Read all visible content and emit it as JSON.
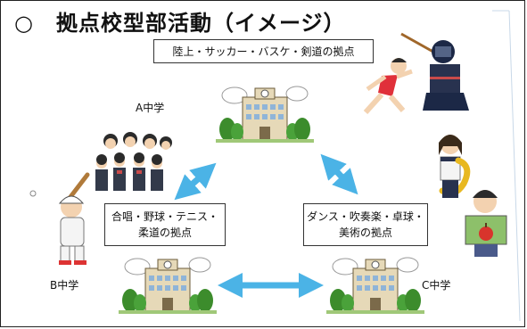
{
  "title": "○　拠点校型部活動（イメージ）",
  "box_top": "陸上・サッカー・バスケ・剣道の拠点",
  "box_left_1": "合唱・野球・テニス・",
  "box_left_2": "柔道の拠点",
  "box_right_1": "ダンス・吹奏楽・卓球・",
  "box_right_2": "美術の拠点",
  "label_a": "A中学",
  "label_b": "B中学",
  "label_c": "C中学",
  "colors": {
    "arrow": "#4bb3e6",
    "building": "#e6d9b8",
    "tree": "#3c8c2c"
  }
}
